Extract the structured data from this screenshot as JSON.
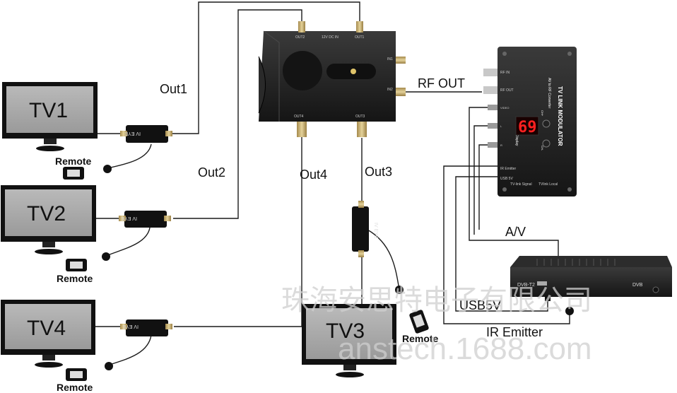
{
  "labels": {
    "out1": "Out1",
    "out2": "Out2",
    "out3": "Out3",
    "out4": "Out4",
    "rf_out": "RF OUT",
    "av": "A/V",
    "usb5v": "USB5V",
    "ir_emitter": "IR Emitter"
  },
  "tvs": {
    "tv1": "TV1",
    "tv2": "TV2",
    "tv3": "TV3",
    "tv4": "TV4"
  },
  "remote_label": "Remote",
  "ir_eye_label": "IV EYE",
  "splitter": {
    "port_out1": "OUT1",
    "port_out2": "OUT2",
    "port_out3": "OUT3",
    "port_out4": "OUT4",
    "port_dc": "12V DC IN",
    "port_in1": "IN1",
    "port_in2": "IN2"
  },
  "modulator": {
    "title": "TV LINK MODULATOR",
    "subtitle": "AV to RF Converter",
    "channel_display": "Channel Display",
    "display_value": "69",
    "rf_in": "RF IN",
    "rf_out": "RF OUT",
    "ch_up": "CH+",
    "ch_down": "CH-",
    "ir_emitter": "IR Emitter",
    "usb5v": "USB 5V",
    "tvlink": "TV-link  Signal",
    "tvlink2": "TVlink  Local",
    "av_ports": [
      "VIDEO",
      "L",
      "R"
    ]
  },
  "settop": {
    "brand": "DVB-T2",
    "badge": "DVB"
  },
  "watermark": {
    "cn": "珠海安思特电子有限公司",
    "url": "anstech.1688.com"
  }
}
